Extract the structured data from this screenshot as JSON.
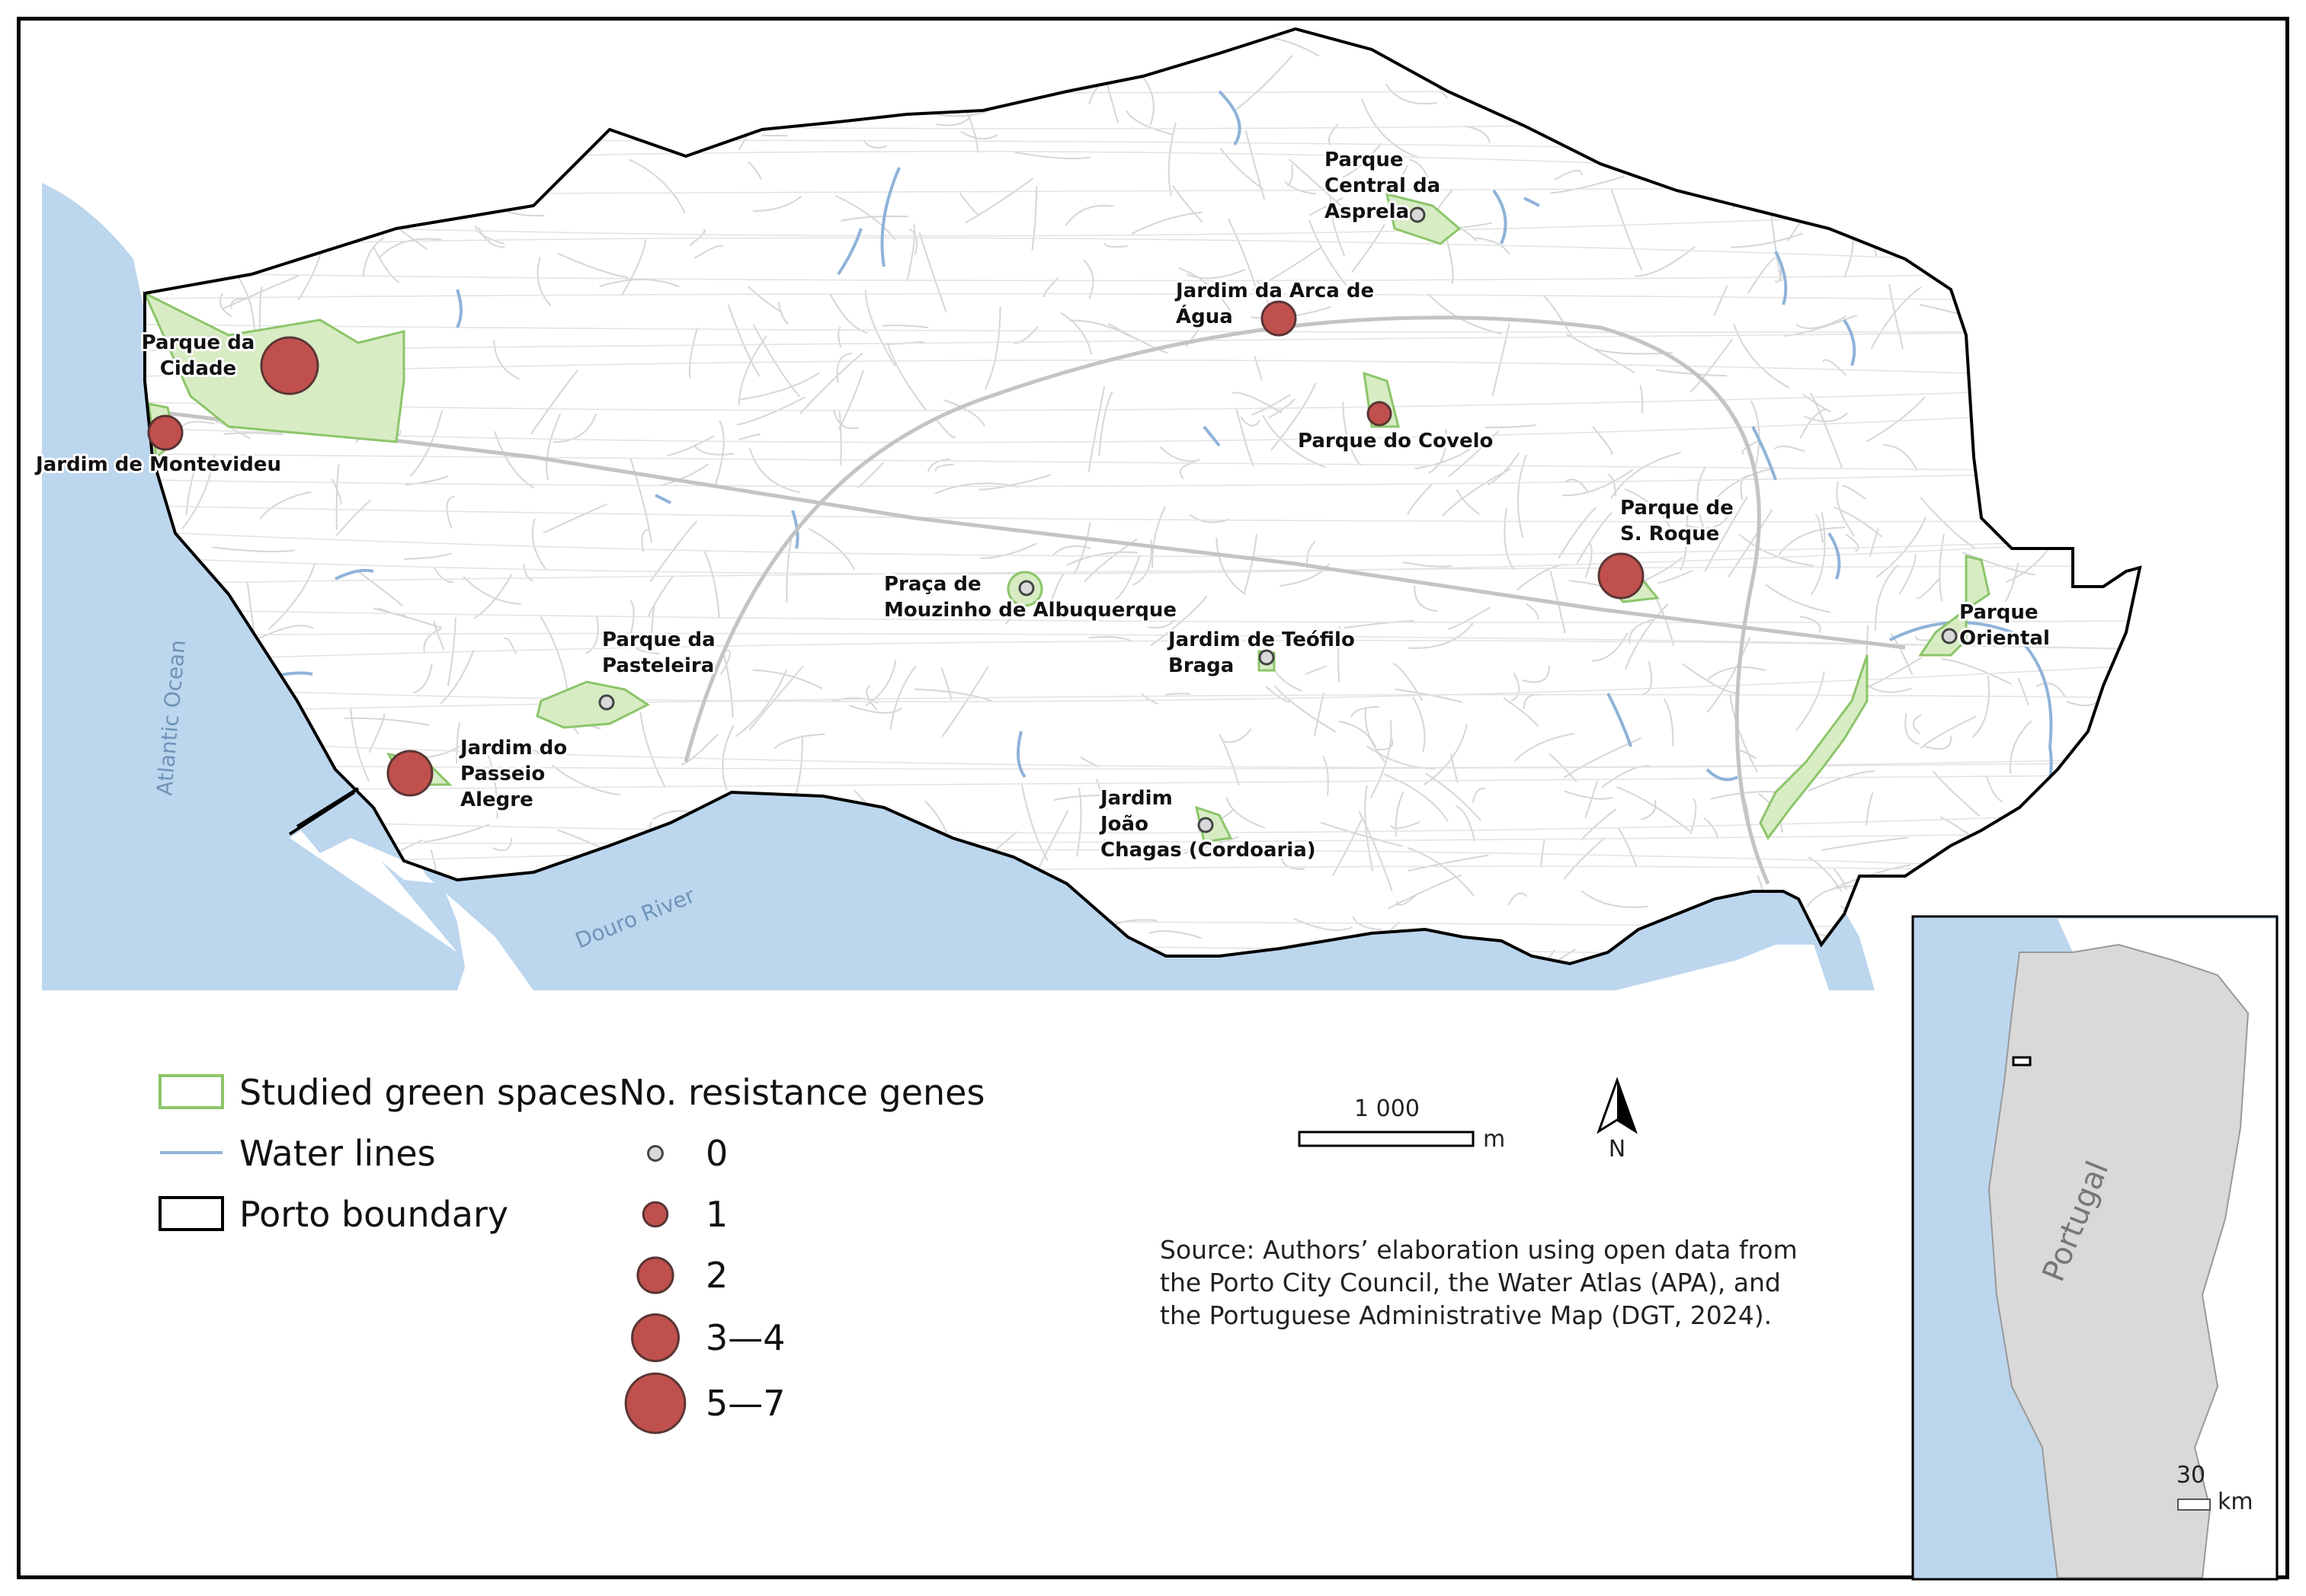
{
  "colors": {
    "water": "#bcd6ee",
    "water_line": "#8fb3d9",
    "land": "#ffffff",
    "streets": "#d6d6d6",
    "green_fill": "#d7ecc3",
    "green_stroke": "#8cc56a",
    "boundary": "#000000",
    "marker_fill": "#c0504d",
    "marker_stroke": "#5a3535",
    "marker_zero_fill": "#d9d9d9",
    "inset_land": "#d9d9d9"
  },
  "water_labels": {
    "ocean": "Atlantic Ocean",
    "river": "Douro River"
  },
  "green_spaces": [
    {
      "id": "parque-da-cidade",
      "label_lines": [
        "Parque da",
        "Cidade"
      ],
      "resistance_genes": "5—7"
    },
    {
      "id": "jardim-de-montevideu",
      "label_lines": [
        "Jardim de Montevideu"
      ],
      "resistance_genes": "2"
    },
    {
      "id": "parque-central-da-asprela",
      "label_lines": [
        "Parque",
        "Central da",
        "Asprela"
      ],
      "resistance_genes": "0"
    },
    {
      "id": "jardim-da-arca-de-agua",
      "label_lines": [
        "Jardim da Arca de",
        "Água"
      ],
      "resistance_genes": "2"
    },
    {
      "id": "parque-do-covelo",
      "label_lines": [
        "Parque do Covelo"
      ],
      "resistance_genes": "1"
    },
    {
      "id": "parque-de-s-roque",
      "label_lines": [
        "Parque de",
        "S. Roque"
      ],
      "resistance_genes": "3—4"
    },
    {
      "id": "praca-de-mouzinho",
      "label_lines": [
        "Praça de",
        "Mouzinho de Albuquerque"
      ],
      "resistance_genes": "0"
    },
    {
      "id": "jardim-de-teofilo-braga",
      "label_lines": [
        "Jardim de Teófilo",
        "Braga"
      ],
      "resistance_genes": "0"
    },
    {
      "id": "parque-oriental",
      "label_lines": [
        "Parque",
        "Oriental"
      ],
      "resistance_genes": "0"
    },
    {
      "id": "parque-da-pasteleira",
      "label_lines": [
        "Parque da",
        "Pasteleira"
      ],
      "resistance_genes": "0"
    },
    {
      "id": "jardim-do-passeio-alegre",
      "label_lines": [
        "Jardim do",
        "Passeio",
        "Alegre"
      ],
      "resistance_genes": "3—4"
    },
    {
      "id": "jardim-joao-chagas",
      "label_lines": [
        "Jardim",
        "João",
        "Chagas (Cordoaria)"
      ],
      "resistance_genes": "0"
    }
  ],
  "legend": {
    "green_spaces": "Studied green spaces",
    "water_lines": "Water lines",
    "boundary": "Porto boundary",
    "genes_title": "No. resistance genes",
    "gene_classes": [
      "0",
      "1",
      "2",
      "3—4",
      "5—7"
    ]
  },
  "scale_bar": {
    "value": "1 000",
    "unit": "m"
  },
  "north_arrow": {
    "label": "N"
  },
  "source": [
    "Source: Authors’ elaboration using open data from",
    "the Porto City Council, the Water Atlas (APA), and",
    "the Portuguese Administrative Map (DGT, 2024)."
  ],
  "inset": {
    "country_label": "Portugal",
    "scale_value": "30",
    "scale_unit": "km"
  }
}
